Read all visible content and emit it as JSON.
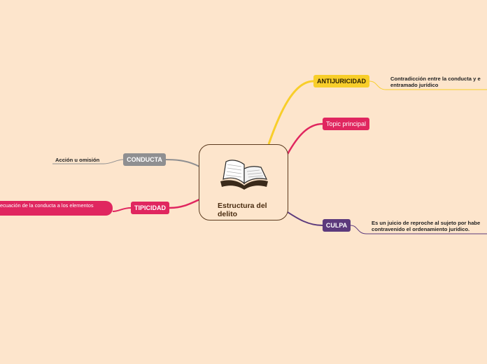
{
  "central": {
    "title": "Estructura del delito",
    "icon": "open-book-icon"
  },
  "branches": {
    "antijuricidad": {
      "label": "ANTIJURICIDAD",
      "note": [
        "Contradicción entre la conducta y e",
        "entramado jurídico"
      ],
      "color": "#f8ce2a"
    },
    "topic": {
      "label": "Topic principal",
      "color": "#e0265f"
    },
    "culpa": {
      "label": "CULPA",
      "note": [
        "Es un juicio de reproche al sujeto por habe",
        "contravenido el ordenamiento jurídico."
      ],
      "color": "#5c3a7c"
    },
    "conducta": {
      "label": "CONDUCTA",
      "note": "Acción u omisión",
      "color": "#8f8f91"
    },
    "tipicidad": {
      "label": "TIPICIDAD",
      "note": "ecuación de la conducta a los elementos",
      "color": "#e0265f"
    }
  }
}
